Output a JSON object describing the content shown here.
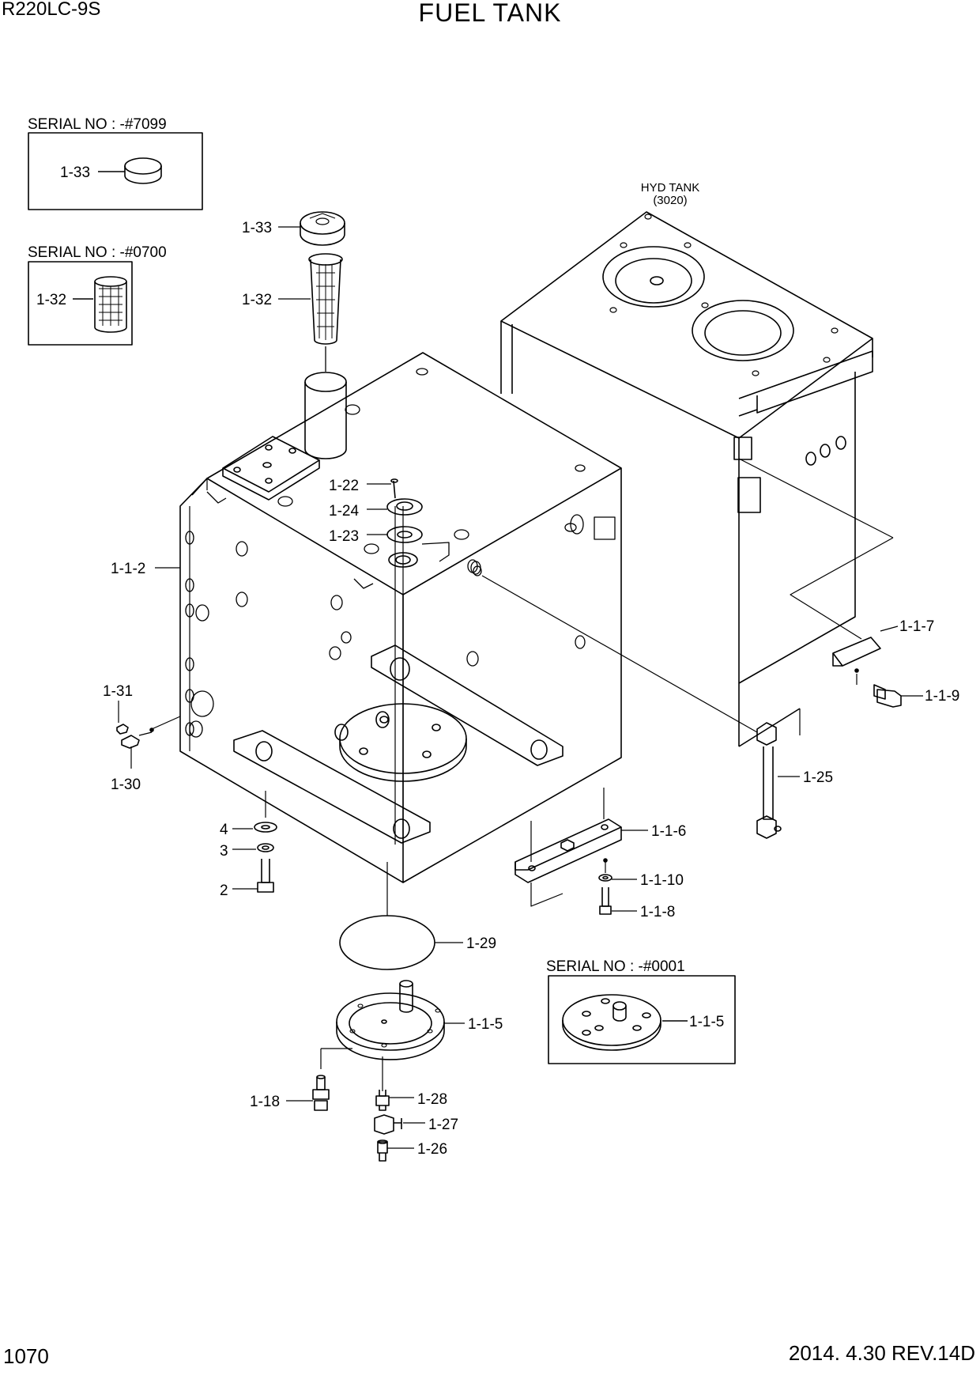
{
  "header": {
    "model": "R220LC-9S",
    "title": "FUEL TANK"
  },
  "footer": {
    "page_number": "1070",
    "revision": "2014. 4.30  REV.14D"
  },
  "hyd_tank": {
    "name": "HYD TANK",
    "ref": "(3020)"
  },
  "serial_boxes": [
    {
      "label": "SERIAL NO : -#7099",
      "part": "1-33"
    },
    {
      "label": "SERIAL NO : -#0700",
      "part": "1-32"
    },
    {
      "label": "SERIAL NO : -#0001",
      "part": "1-1-5"
    }
  ],
  "callouts": {
    "p1_33": "1-33",
    "p1_32": "1-32",
    "p1_22": "1-22",
    "p1_24": "1-24",
    "p1_23": "1-23",
    "p1_1_2": "1-1-2",
    "p1_31": "1-31",
    "p1_30": "1-30",
    "p1_1_7": "1-1-7",
    "p1_1_9": "1-1-9",
    "p1_25": "1-25",
    "p1_1_6": "1-1-6",
    "p1_1_10": "1-1-10",
    "p1_1_8": "1-1-8",
    "p4": "4",
    "p3": "3",
    "p2": "2",
    "p1_29": "1-29",
    "p1_1_5": "1-1-5",
    "p1_18": "1-18",
    "p1_28": "1-28",
    "p1_27": "1-27",
    "p1_26": "1-26"
  }
}
